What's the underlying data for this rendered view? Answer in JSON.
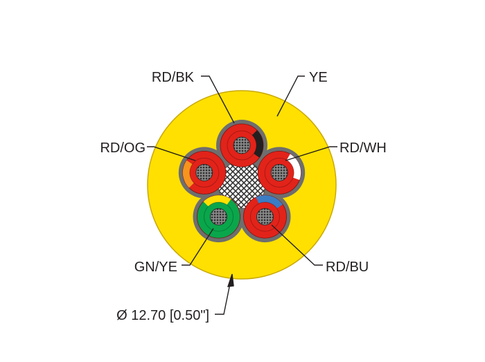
{
  "cable": {
    "jacket_label": "YE",
    "dimension_label": "Ø 12.70 [0.50\"]",
    "colors": {
      "jacket": "#ffe000",
      "jacket_edge": "#c9a800",
      "filler": "#6e6e6e",
      "red": "#e2231a",
      "green": "#0aa64b",
      "yellow": "#ffe000",
      "black": "#231f20",
      "white": "#ffffff",
      "orange": "#f7941d",
      "blue": "#3b7dc4",
      "conductor": "#4a4a4a",
      "line": "#231f20"
    },
    "conductors": [
      {
        "label": "RD/BK",
        "base": "red",
        "stripe": "black"
      },
      {
        "label": "RD/WH",
        "base": "red",
        "stripe": "white"
      },
      {
        "label": "RD/BU",
        "base": "red",
        "stripe": "blue"
      },
      {
        "label": "GN/YE",
        "base": "green",
        "stripe": "yellow"
      },
      {
        "label": "RD/OG",
        "base": "red",
        "stripe": "orange"
      }
    ]
  }
}
